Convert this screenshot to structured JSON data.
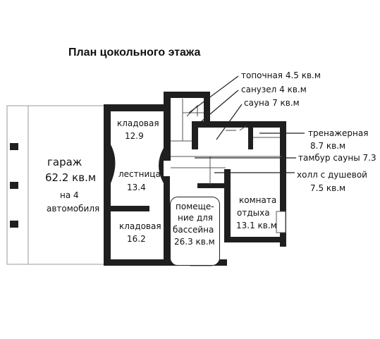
{
  "title": "План цокольного этажа",
  "garage": {
    "name": "гараж",
    "area": "62.2 кв.м",
    "note1": "на 4",
    "note2": "автомобиля"
  },
  "storage_top": {
    "name": "кладовая",
    "area": "12.9"
  },
  "stairs": {
    "name": "лестница",
    "area": "13.4"
  },
  "storage_bottom": {
    "name": "кладовая",
    "area": "16.2"
  },
  "pool": {
    "line1": "помеще-",
    "line2": "ние для",
    "line3": "бассейна",
    "area": "26.3 кв.м"
  },
  "lounge": {
    "name1": "комната",
    "name2": "отдыха",
    "area": "13.1 кв.м"
  },
  "callouts": {
    "boiler": "топочная 4.5 кв.м",
    "wc": "санузел 4 кв.м",
    "sauna": "сауна 7 кв.м",
    "gym_name": "тренажерная",
    "gym_area": "8.7 кв.м",
    "vestibule": "тамбур сауны 7.3",
    "hall_name": "холл с душевой",
    "hall_area": "7.5 кв.м"
  },
  "colors": {
    "wall": "#1f1f1f",
    "thin": "#555555",
    "background": "#ffffff"
  }
}
